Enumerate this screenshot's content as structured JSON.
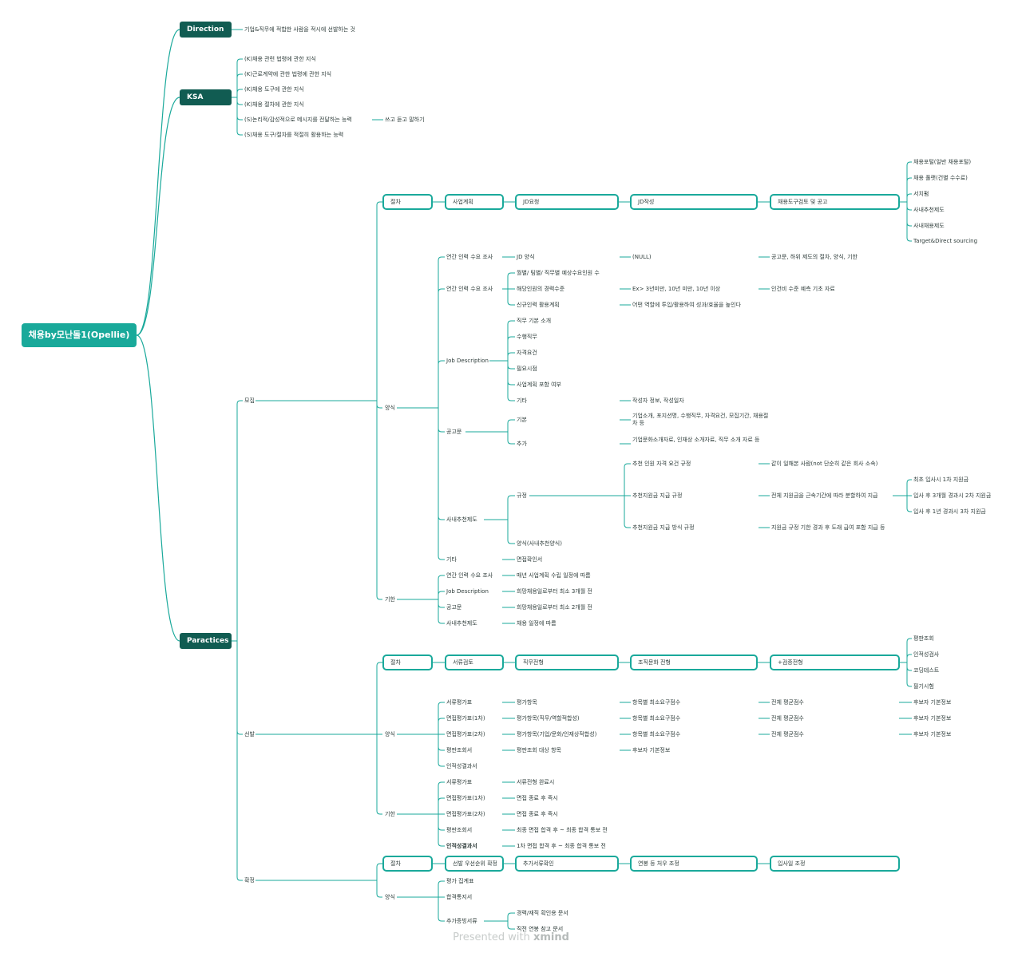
{
  "root": "채용by모난돌1(Opellie)",
  "direction": {
    "label": "Direction",
    "text": "기업&직무에 적합한 사람을 적시에 선발하는 것"
  },
  "ksa": {
    "label": "KSA",
    "items": [
      "(K)채용 관련 법령에 관한 지식",
      "(K)근로계약에 관한 법령에 관한 지식",
      "(K)채용 도구에 관한 지식",
      "(K)채용 절차에 관한 지식",
      "(S)논리적/감성적으로 메시지를 전달하는 능력",
      "(S)채용 도구/절차를 적절히 활용하는 능력"
    ],
    "item5_child": "쓰고 듣고 말하기"
  },
  "practices": {
    "label": "Paractices",
    "recruit": {
      "label": "모집",
      "process": {
        "label": "절차",
        "steps": [
          "사업계획",
          "JD요청",
          "JD작성",
          "채용도구검토 및 공고"
        ],
        "channels": [
          "채용포털(일반 채용포털)",
          "채용 풀랫(건별 수수료)",
          "서치펌",
          "사내추천제도",
          "사내채용제도",
          "Target&Direct sourcing"
        ]
      },
      "form": {
        "label": "양식",
        "survey1": {
          "label": "연간 인력 수요 조사",
          "child": "JD 양식",
          "g1": "(NULL)",
          "g2": "공고문, 하위 제도의 절차, 양식, 기한"
        },
        "survey2": {
          "label": "연간 인력 수요 조사",
          "c1": "월별/ 팀별/ 직무별 예상수요인원 수",
          "c2": "해당인원의 경력수준",
          "c2g": "Ex> 3년미만, 10년 미만, 10년 이상",
          "c2gg": "인건비 수준 예측 기초 자료",
          "c3": "신규인력 활용계획",
          "c3g": "어떤 역할에 투입/활용하여 성과/효율을 높인다"
        },
        "jd": {
          "label": "Job Description",
          "items": [
            "직무 기본 소개",
            "수행직무",
            "자격요건",
            "필요시점",
            "사업계획 포함 여부",
            "기타"
          ],
          "etc_child": "작성자 정보, 작성일자"
        },
        "notice": {
          "label": "공고문",
          "basic": "기본",
          "basic_child": "기업소개, 포지션명, 수행직무, 자격요건, 모집기간, 채용절차 등",
          "extra": "추가",
          "extra_child": "기업문화소개자료, 인재상 소개자료, 직무 소개 자료 등"
        },
        "referral": {
          "label": "사내추천제도",
          "rule": "규정",
          "r1": "추천 인원 자격 요건 규정",
          "r1g": "같이 일해본 사람(not 단순히 같은 회사 소속)",
          "r2": "추천지원금 지급 규정",
          "r2g": "전체 지원금을 근속기간에 따라 분할하여 지급",
          "r2gg": [
            "최초 입사시 1차 지원금",
            "입사 후 3개월 경과시 2차 지원금",
            "입사 후 1년 경과시 3차 지원금"
          ],
          "r3": "추천지원금 지급 방식 규정",
          "r3g": "지원금 규정 기한 경과 후 도래 급여 포함 지급 등",
          "form": "양식(사내추천양식)"
        },
        "etc": {
          "label": "기타",
          "child": "면접확인서"
        }
      },
      "deadline": {
        "label": "기한",
        "rows": [
          {
            "k": "연간 인력 수요 조사",
            "v": "매년 사업계획 수립 일정에 따름"
          },
          {
            "k": "Job Description",
            "v": "희망채용일로부터 최소 3개월 전"
          },
          {
            "k": "공고문",
            "v": "희망채용일로부터 최소 2개월 전"
          },
          {
            "k": "사내추천제도",
            "v": "채용 일정에 따름"
          }
        ]
      }
    },
    "select": {
      "label": "선발",
      "process": {
        "label": "절차",
        "steps": [
          "서류검토",
          "직무전형",
          "조직문화 전형",
          "+검증전형"
        ],
        "verify": [
          "평판조회",
          "인적성검사",
          "코딩테스트",
          "필기시험"
        ]
      },
      "form": {
        "label": "양식",
        "rows": [
          {
            "a": "서류평가표",
            "b": "평가항목",
            "c": "항목별 최소요구점수",
            "d": "전체 평균점수",
            "e": "후보자 기본정보"
          },
          {
            "a": "면접평가표(1차)",
            "b": "평가항목(직무/역할적합성)",
            "c": "항목별 최소요구점수",
            "d": "전체 평균점수",
            "e": "후보자 기본정보"
          },
          {
            "a": "면접평가표(2차)",
            "b": "평가항목(기업/문화/인재상적합성)",
            "c": "항목별 최소요구점수",
            "d": "전체 평균점수",
            "e": "후보자 기본정보"
          },
          {
            "a": "평판조회서",
            "b": "평판조회 대상 항목",
            "c": "후보자 기본정보"
          },
          {
            "a": "인적성결과서"
          }
        ]
      },
      "deadline": {
        "label": "기한",
        "rows": [
          {
            "k": "서류평가표",
            "v": "서류전형 완료시"
          },
          {
            "k": "면접평가표(1차)",
            "v": "면접 종료 후 즉시"
          },
          {
            "k": "면접평가표(2차)",
            "v": "면접 종료 후 즉시"
          },
          {
            "k": "평판조회서",
            "v": "최종 면접 합격 후 ~ 최종 합격 통보 전"
          },
          {
            "k": "인적성결과서",
            "v": "1차 면접 합격 후 ~ 최종 합격 통보 전"
          }
        ]
      }
    },
    "confirm": {
      "label": "확정",
      "process": {
        "label": "절차",
        "steps": [
          "선발 우선순위 확정",
          "추가서류확인",
          "연봉 등 처우 조정",
          "입사일 조정"
        ]
      },
      "form": {
        "label": "양식",
        "items": [
          "평가 집계표",
          "합격통지서",
          "추가증빙서류"
        ],
        "docs": [
          "경력/재직 확인용 문서",
          "직전 연봉 참고 문서"
        ]
      }
    }
  },
  "watermark": {
    "prefix": "Presented with",
    "brand": "xmind"
  },
  "colors": {
    "root": "#19a99a",
    "level1": "#115c52",
    "line": "#1aa99b",
    "text": "#2f3d3b"
  }
}
